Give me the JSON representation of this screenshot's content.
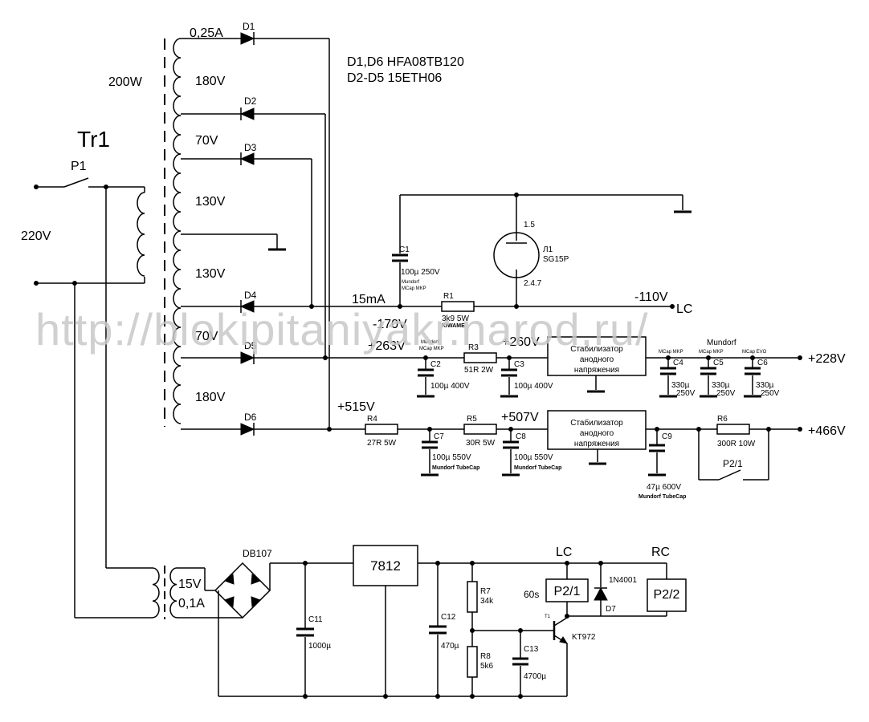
{
  "transformer": {
    "name": "Tr1",
    "power": "200W",
    "primary_voltage": "220V",
    "switch": "P1",
    "secondary_current": "0,25A",
    "windings": [
      "180V",
      "70V",
      "130V",
      "130V",
      "70V",
      "180V"
    ]
  },
  "diodes": {
    "D1": "D1",
    "D2": "D2",
    "D3": "D3",
    "D4": "D4",
    "D5": "D5",
    "D6": "D6",
    "D7": "D7",
    "note1": "D1,D6  HFA08TB120",
    "note2": "D2-D5  15ETH06"
  },
  "tube": {
    "name": "Л1",
    "type": "SG15P",
    "pin_top": "1.5",
    "pin_bottom": "2.4.7"
  },
  "caps": {
    "C1": "C1",
    "C1_val": "100µ 250V",
    "C1_b1": "Mundorf",
    "C1_b2": "MCap MKP",
    "C2": "C2",
    "C2_val": "100µ 400V",
    "C2_b1": "Mundorf",
    "C2_b2": "MCap MKP",
    "C3": "C3",
    "C3_val": "100µ 400V",
    "C4": "C4",
    "C4_v1": "330µ",
    "C4_v2": "250V",
    "C5": "C5",
    "C5_v1": "330µ",
    "C5_v2": "250V",
    "C6": "C6",
    "C6_v1": "330µ",
    "C6_v2": "250V",
    "C4_b": "MCap MKP",
    "C5_b": "MCap MKP",
    "C6_b": "MCap EVO",
    "C456_brand": "Mundorf",
    "C7": "C7",
    "C7_val": "100µ 550V",
    "C8": "C8",
    "C8_val": "100µ 550V",
    "C9": "C9",
    "C9_val": "47µ 600V",
    "tubecap": "Mundorf TubeCap",
    "C11": "C11",
    "C11_val": "1000µ",
    "C12": "C12",
    "C12_val": "470µ",
    "C13": "C13",
    "C13_val": "4700µ"
  },
  "resistors": {
    "R1": "R1",
    "R1_val": "3k9 5W",
    "R1_brand": "KIWAME",
    "R3": "R3",
    "R3_val": "51R 2W",
    "R4": "R4",
    "R4_val": "27R 5W",
    "R5": "R5",
    "R5_val": "30R 5W",
    "R6": "R6",
    "R6_val": "300R 10W",
    "R7": "R7",
    "R7_val": "34k",
    "R8": "R8",
    "R8_val": "5k6"
  },
  "voltages": {
    "i15": "15mA",
    "m170": "-170V",
    "m110": "-110V",
    "lc": "LC",
    "p263": "+263V",
    "p260": "+260V",
    "p228": "+228V",
    "p515": "+515V",
    "p507": "+507V",
    "p466": "+466V"
  },
  "regulators": {
    "stab_line1": "Стабилизатор",
    "stab_line2": "анодного",
    "stab_line3": "напряжения",
    "r7812": "7812"
  },
  "relay": {
    "bridge": "DB107",
    "v15": "15V",
    "a01": "0,1A",
    "lc": "LC",
    "rc": "RC",
    "t60": "60s",
    "p21": "P2/1",
    "p22": "P2/2",
    "p21_contact": "P2/1",
    "d7_type": "1N4001",
    "t1": "T1",
    "kt972": "KT972"
  },
  "watermark": "http://blokipitaniyakr.narod.ru/"
}
